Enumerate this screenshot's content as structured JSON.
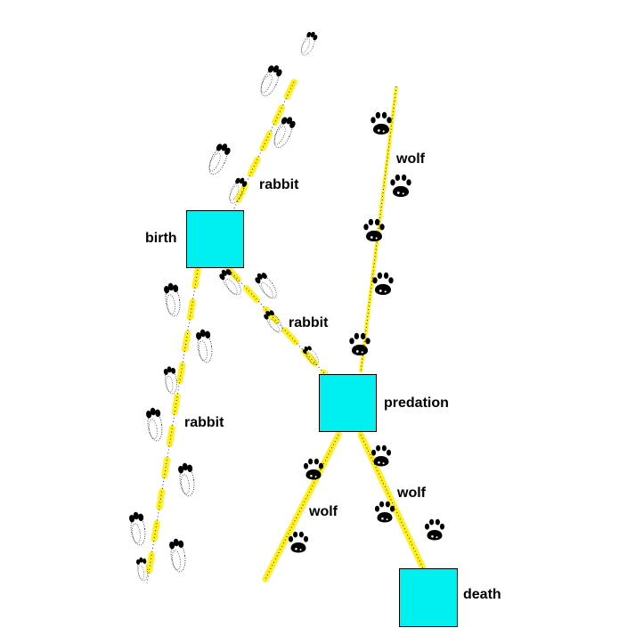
{
  "colors": {
    "node_fill": "#00f0f0",
    "track_line": "#ffef1a",
    "paw_print": "#000000"
  },
  "nodes": {
    "birth": "birth",
    "predation": "predation",
    "death": "death"
  },
  "edges": {
    "rabbit_in": "rabbit",
    "rabbit_to_predation": "rabbit",
    "rabbit_out": "rabbit",
    "wolf_in": "wolf",
    "wolf_out_left": "wolf",
    "wolf_to_death": "wolf"
  },
  "icons": {
    "rabbit_track": "rabbit-paw-print-icon",
    "wolf_track": "wolf-paw-print-icon"
  }
}
